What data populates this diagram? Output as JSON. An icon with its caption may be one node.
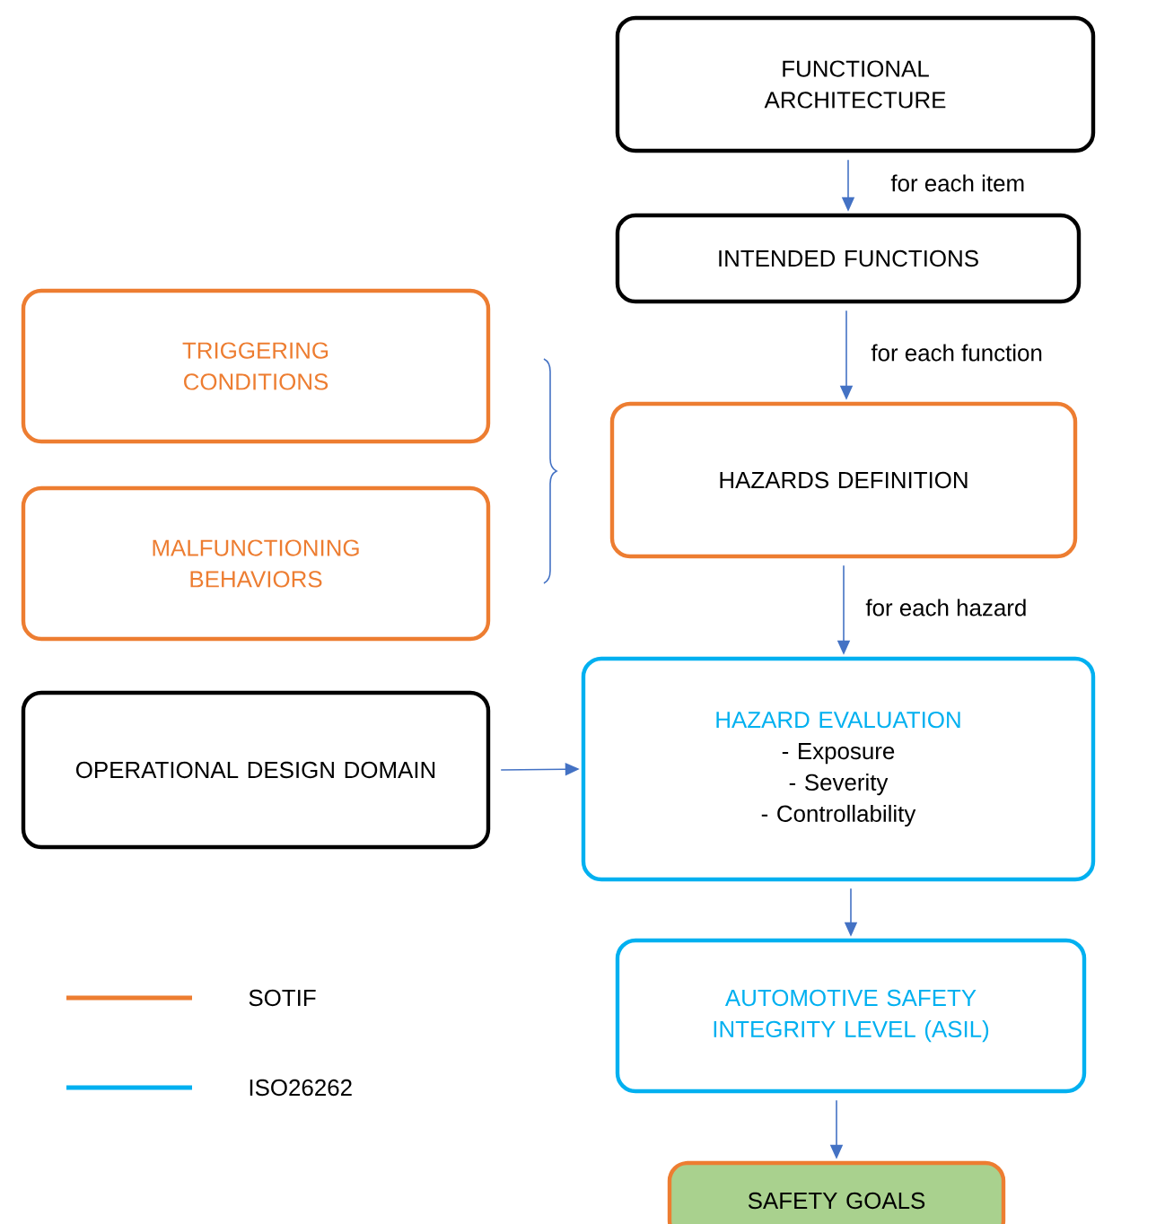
{
  "diagram": {
    "nodes": [
      {
        "text": [
          "FUNCTIONAL ARCHITECTURE"
        ]
      },
      {
        "text": [
          "INTENDED FUNCTIONS"
        ]
      },
      {
        "text": [
          "TRIGGERING CONDITIONS"
        ]
      },
      {
        "text": [
          "MALFUNCTIONING BEHAVIORS"
        ]
      },
      {
        "text": [
          "HAZARDS DEFINITION"
        ]
      },
      {
        "text": [
          "OPERATIONAL DESIGN DOMAIN"
        ]
      },
      {
        "text": [
          "HAZARD EVALUATION",
          "- Exposure",
          "- Severity",
          "- Controllability"
        ]
      },
      {
        "text": [
          "AUTOMOTIVE SAFETY INTEGRITY LEVEL (ASIL)"
        ]
      },
      {
        "text": [
          "SAFETY GOALS"
        ]
      }
    ],
    "edges": [
      {
        "from": 0,
        "to": 1,
        "arrow": "to",
        "label": "for each item"
      },
      {
        "from": 1,
        "to": 4,
        "arrow": "to",
        "label": "for each function"
      },
      {
        "from": 4,
        "to": 6,
        "arrow": "to",
        "label": "for each hazard"
      },
      {
        "from": 5,
        "to": 6,
        "arrow": "to"
      },
      {
        "from": 6,
        "to": 7,
        "arrow": "to"
      },
      {
        "from": 7,
        "to": 8,
        "arrow": "to"
      }
    ],
    "legend": [
      {
        "text": "SOTIF"
      },
      {
        "text": "ISO26262"
      }
    ]
  }
}
